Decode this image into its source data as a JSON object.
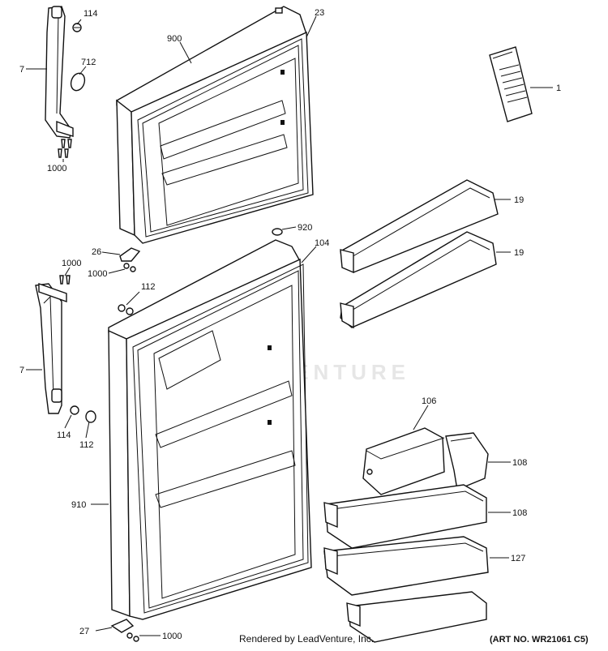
{
  "diagram": {
    "watermark": "LEADVENTURE",
    "footer": {
      "credit": "Rendered by LeadVenture, Inc.",
      "art_no": "(ART NO. WR21061 C5)"
    },
    "labels": {
      "top_screw_114": "114",
      "top_handle_7": "7",
      "top_ring_712": "712",
      "top_screws_1000": "1000",
      "freezer_door_900": "900",
      "freezer_gasket_23": "23",
      "manual_1": "1",
      "bin_19_a": "19",
      "bin_19_b": "19",
      "plug_920": "920",
      "hinge_26": "26",
      "screws_1000_b": "1000",
      "fresh_gasket_104": "104",
      "screws_1000_c": "1000",
      "plugs_112": "112",
      "bottom_handle_7": "7",
      "bottom_screw_114": "114",
      "bottom_plug_112": "112",
      "cover_106": "106",
      "bin_108_a": "108",
      "bin_108_b": "108",
      "bin_127": "127",
      "fresh_door_910": "910",
      "hinge_27": "27",
      "screws_1000_d": "1000"
    }
  }
}
